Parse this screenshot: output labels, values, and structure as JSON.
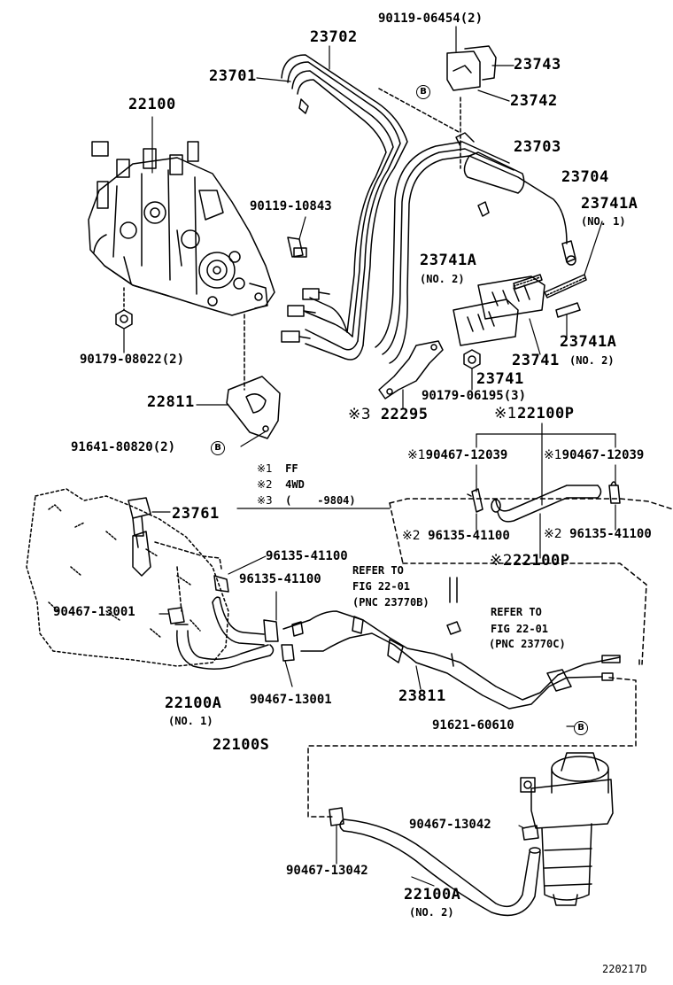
{
  "figure_id": "220217D",
  "badge_letter": "B",
  "parts": {
    "p23702": "23702",
    "p90119_06454": "90119-06454(2)",
    "p23701": "23701",
    "p23743": "23743",
    "p22100": "22100",
    "p23742": "23742",
    "p23703": "23703",
    "p23704": "23704",
    "p90119_10843": "90119-10843",
    "p23741A_1": "23741A",
    "p23741A_1_sub": "(NO. 1)",
    "p23741A_2": "23741A",
    "p23741A_2_sub": "(NO. 2)",
    "p23741A_3": "23741A",
    "p23741A_3_sub": "(NO. 2)",
    "p90179_08022": "90179-08022(2)",
    "p23741_a": "23741",
    "p23741_b": "23741",
    "p90179_06195": "90179-06195(3)",
    "p22811": "22811",
    "p22295": "22295",
    "p22100P_top": "22100P",
    "p91641_80820": "91641-80820(2)",
    "p90467_12039_l": "90467-12039",
    "p90467_12039_r": "90467-12039",
    "p23761": "23761",
    "p96135_41100_r1": "96135-41100",
    "p96135_41100_r2": "96135-41100",
    "p22100P_bot": "22100P",
    "p96135_41100_a": "96135-41100",
    "p96135_41100_b": "96135-41100",
    "p90467_13001_l": "90467-13001",
    "p90467_13001_b": "90467-13001",
    "p23811": "23811",
    "p22100A_1": "22100A",
    "p22100A_1_sub": "(NO. 1)",
    "p22100S": "22100S",
    "p91621_60610": "91621-60610",
    "p90467_13042_r": "90467-13042",
    "p90467_13042_l": "90467-13042",
    "p22100A_2": "22100A",
    "p22100A_2_sub": "(NO. 2)"
  },
  "marks": {
    "m1": "※1",
    "m2": "※2",
    "m3": "※3"
  },
  "notes": {
    "n1": "FF",
    "n2": "4WD",
    "n3": "(    -9804)"
  },
  "refers": {
    "r1_l1": "REFER TO",
    "r1_l2": "FIG 22-01",
    "r1_l3": "(PNC 23770B)",
    "r2_l1": "REFER TO",
    "r2_l2": "FIG 22-01",
    "r2_l3": "(PNC 23770C)"
  }
}
